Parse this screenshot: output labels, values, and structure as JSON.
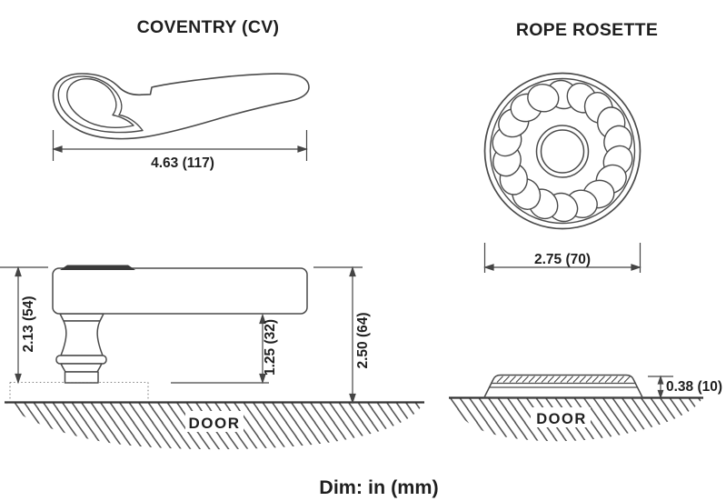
{
  "meta": {
    "units_note": "Dim: in (mm)"
  },
  "colors": {
    "line": "#4a4a4a",
    "text": "#1f1f1f",
    "cap": "#3a3a3a",
    "hatch": "#575757"
  },
  "lever_top_view": {
    "title": "COVENTRY (CV)",
    "length_dim": "4.63 (117)"
  },
  "rosette_front_view": {
    "title": "ROPE ROSETTE",
    "diameter_dim": "2.75 (70)"
  },
  "lever_side_view": {
    "overall_height_dim": "2.13 (54)",
    "underside_clearance_dim": "1.25 (32)",
    "projection_dim": "2.50 (64)",
    "door_label": "DOOR"
  },
  "rosette_side_view": {
    "thickness_dim": "0.38 (10)",
    "door_label": "DOOR"
  }
}
